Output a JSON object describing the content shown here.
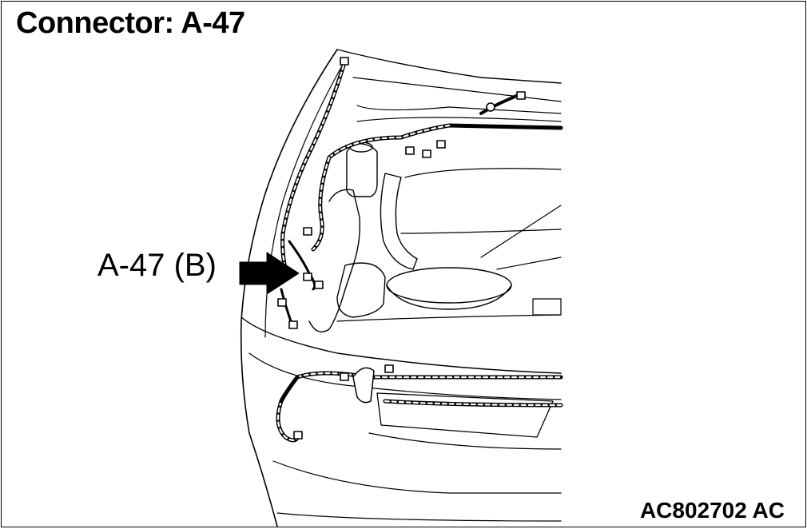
{
  "title": "Connector: A-47",
  "callout_label": "A-47 (B)",
  "figure_id": "AC802702 AC",
  "colors": {
    "line": "#000000",
    "background": "#ffffff"
  },
  "icons": {
    "pointer": "arrow-right-icon",
    "connector": "connector-icon"
  }
}
